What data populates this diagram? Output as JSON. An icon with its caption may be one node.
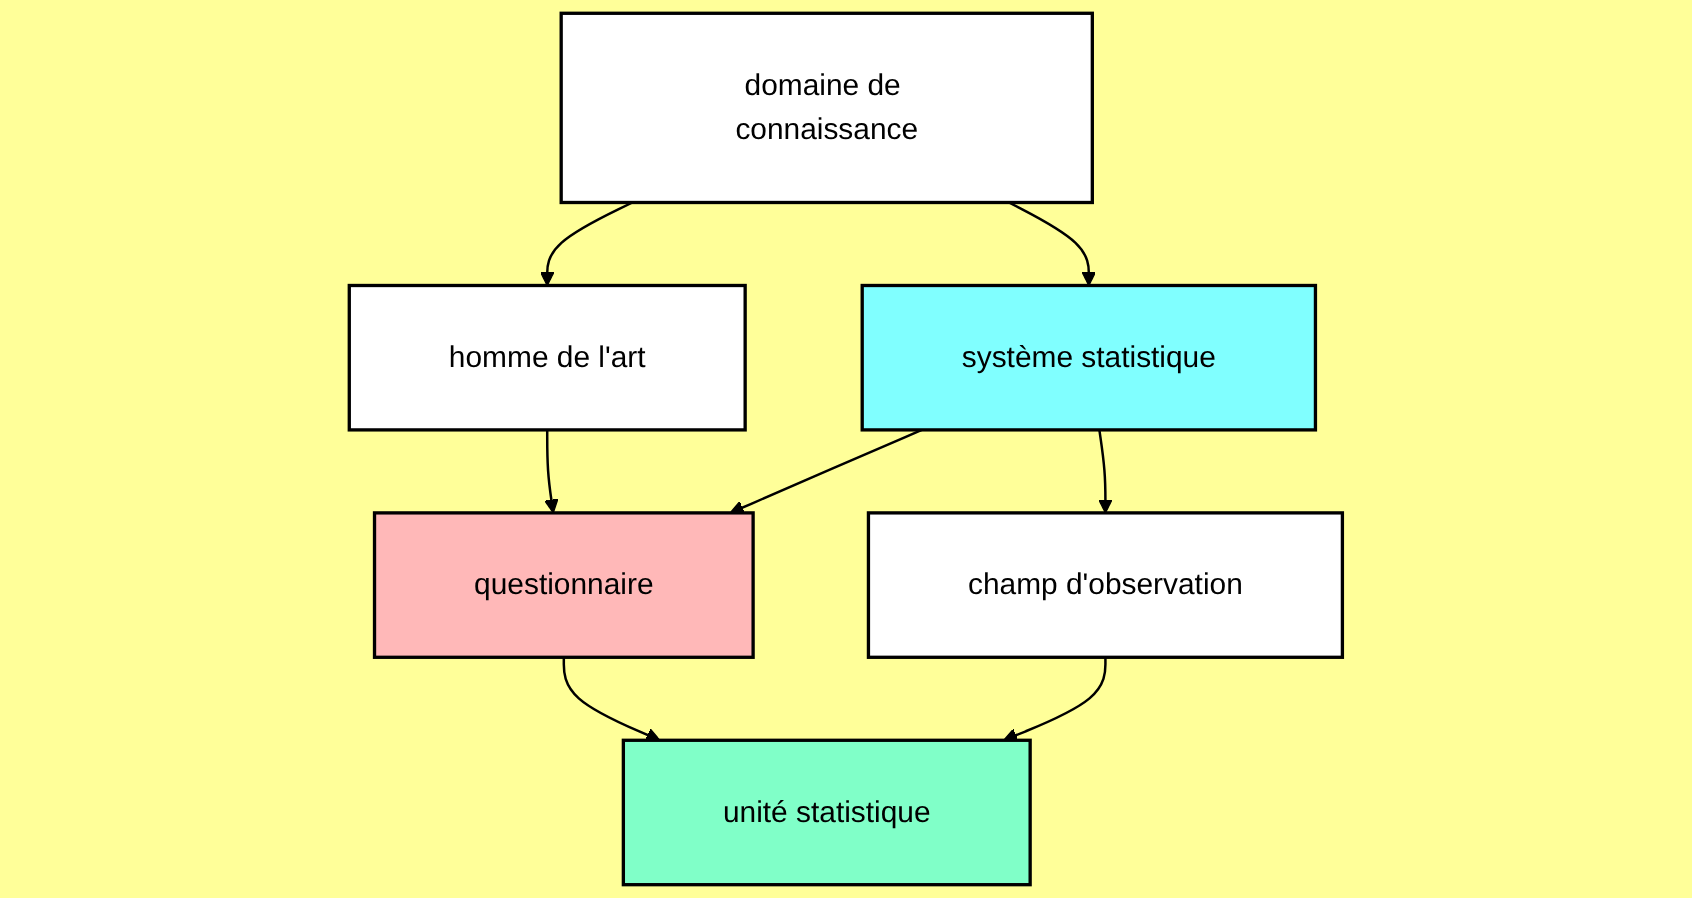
{
  "diagram": {
    "nodes": [
      {
        "text": [
          "domaine de connaissance"
        ]
      },
      {
        "text": [
          "homme de l'art"
        ]
      },
      {
        "text": [
          "système statistique"
        ]
      },
      {
        "text": [
          "questionnaire"
        ]
      },
      {
        "text": [
          "champ d'observation"
        ]
      },
      {
        "text": [
          "unité statistique"
        ]
      }
    ],
    "edges": [
      {
        "from": 0,
        "to": 1,
        "arrow": "to"
      },
      {
        "from": 0,
        "to": 2,
        "arrow": "to"
      },
      {
        "from": 1,
        "to": 3,
        "arrow": "to"
      },
      {
        "from": 2,
        "to": 3,
        "arrow": "to"
      },
      {
        "from": 2,
        "to": 4,
        "arrow": "to"
      },
      {
        "from": 3,
        "to": 5,
        "arrow": "to"
      },
      {
        "from": 4,
        "to": 5,
        "arrow": "to"
      }
    ]
  }
}
